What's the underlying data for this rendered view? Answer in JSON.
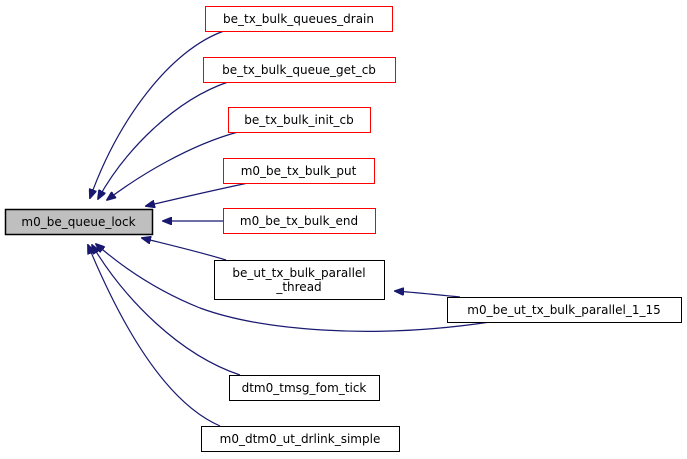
{
  "graph": {
    "type": "doxygen-caller-graph",
    "colors": {
      "edge": "#191970",
      "root_fill": "#bfbfbf",
      "root_border": "#000000",
      "truncated_border": "#ff0000",
      "normal_border": "#000000",
      "node_fill": "#ffffff"
    },
    "root": {
      "id": "m0_be_queue_lock",
      "label": [
        "m0_be_queue_lock"
      ]
    },
    "nodes": [
      {
        "id": "be_tx_bulk_queues_drain",
        "label": [
          "be_tx_bulk_queues_drain"
        ],
        "truncated": true
      },
      {
        "id": "be_tx_bulk_queue_get_cb",
        "label": [
          "be_tx_bulk_queue_get_cb"
        ],
        "truncated": true
      },
      {
        "id": "be_tx_bulk_init_cb",
        "label": [
          "be_tx_bulk_init_cb"
        ],
        "truncated": true
      },
      {
        "id": "m0_be_tx_bulk_put",
        "label": [
          "m0_be_tx_bulk_put"
        ],
        "truncated": true
      },
      {
        "id": "m0_be_tx_bulk_end",
        "label": [
          "m0_be_tx_bulk_end"
        ],
        "truncated": true
      },
      {
        "id": "be_ut_tx_bulk_parallel_thread",
        "label": [
          "be_ut_tx_bulk_parallel",
          "_thread"
        ],
        "truncated": false
      },
      {
        "id": "m0_be_ut_tx_bulk_parallel_1_15",
        "label": [
          "m0_be_ut_tx_bulk_parallel_1_15"
        ],
        "truncated": false
      },
      {
        "id": "dtm0_tmsg_fom_tick",
        "label": [
          "dtm0_tmsg_fom_tick"
        ],
        "truncated": false
      },
      {
        "id": "m0_dtm0_ut_drlink_simple",
        "label": [
          "m0_dtm0_ut_drlink_simple"
        ],
        "truncated": false
      }
    ],
    "edges": [
      {
        "from": "be_tx_bulk_queues_drain",
        "to": "m0_be_queue_lock"
      },
      {
        "from": "be_tx_bulk_queue_get_cb",
        "to": "m0_be_queue_lock"
      },
      {
        "from": "be_tx_bulk_init_cb",
        "to": "m0_be_queue_lock"
      },
      {
        "from": "m0_be_tx_bulk_put",
        "to": "m0_be_queue_lock"
      },
      {
        "from": "m0_be_tx_bulk_end",
        "to": "m0_be_queue_lock"
      },
      {
        "from": "be_ut_tx_bulk_parallel_thread",
        "to": "m0_be_queue_lock"
      },
      {
        "from": "m0_be_ut_tx_bulk_parallel_1_15",
        "to": "m0_be_queue_lock"
      },
      {
        "from": "m0_be_ut_tx_bulk_parallel_1_15",
        "to": "be_ut_tx_bulk_parallel_thread"
      },
      {
        "from": "dtm0_tmsg_fom_tick",
        "to": "m0_be_queue_lock"
      },
      {
        "from": "m0_dtm0_ut_drlink_simple",
        "to": "m0_be_queue_lock"
      }
    ]
  }
}
